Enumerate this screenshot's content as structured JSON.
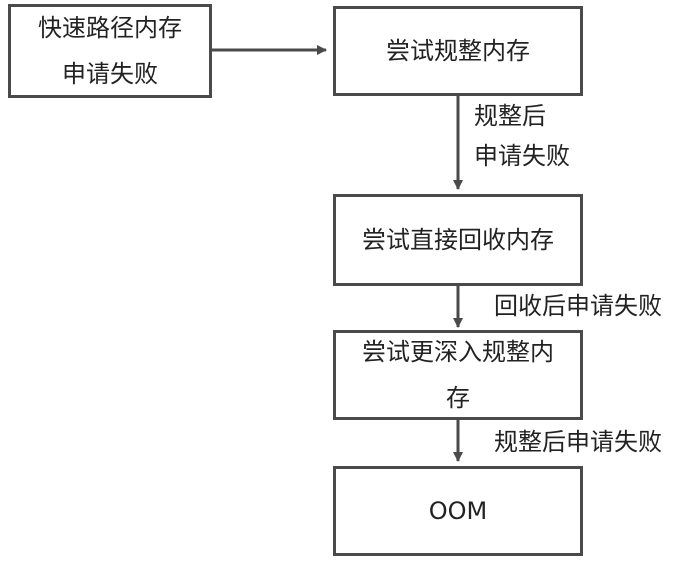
{
  "nodes": {
    "fast_path_fail": {
      "line1": "快速路径内存",
      "line2": "申请失败"
    },
    "try_compact": {
      "label": "尝试规整内存"
    },
    "try_direct_reclaim": {
      "label": "尝试直接回收内存"
    },
    "try_deeper_compact": {
      "line1": "尝试更深入规整内",
      "line2": "存"
    },
    "oom": {
      "label": "OOM"
    }
  },
  "edges": {
    "compact_to_reclaim": {
      "line1": "规整后",
      "line2": "申请失败"
    },
    "reclaim_to_deeper": {
      "label": "回收后申请失败"
    },
    "deeper_to_oom": {
      "label": "规整后申请失败"
    }
  },
  "colors": {
    "stroke": "#4a4a4a",
    "text": "#222222"
  }
}
